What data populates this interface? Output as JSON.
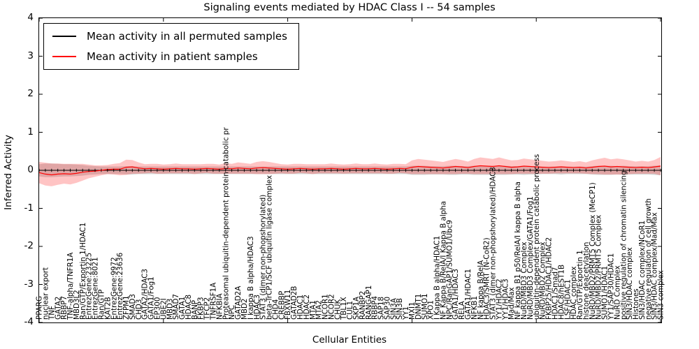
{
  "figure": {
    "title": "Signaling events mediated by HDAC Class I -- 54 samples",
    "xlabel": "Cellular Entities",
    "ylabel": "Inferred Activity"
  },
  "legend": {
    "items": [
      {
        "label": "Mean activity in all permuted samples",
        "color": "#000000"
      },
      {
        "label": "Mean activity in patient samples",
        "color": "#ff0000"
      }
    ]
  },
  "chart_data": {
    "type": "line",
    "title": "Signaling events mediated by HDAC Class I -- 54 samples",
    "xlabel": "Cellular Entities",
    "ylabel": "Inferred Activity",
    "ylim": [
      -4,
      4
    ],
    "yticks": [
      4,
      3,
      2,
      1,
      0,
      -1,
      -2,
      -3,
      -4
    ],
    "xtick_every": 20,
    "grid": false,
    "legend_position": "upper left",
    "colors": {
      "permuted_line": "#000000",
      "permuted_band": "rgba(128,128,128,0.35)",
      "patient_line": "#ff0000",
      "patient_band": "rgba(255,60,60,0.30)"
    },
    "categories": [
      "PPARG",
      "nuclear export",
      "TNF",
      "GATA2",
      "RBBP7",
      "TNF-alpha/TNFR1A",
      "MBD3L2",
      "Ran/GTP/Exportin 1/HDAC1",
      "EntrezGene:23225",
      "EntrezGene:8021",
      "Ran/GTP",
      "KAT2B",
      "EntrezGene:9972",
      "EntrezGene:23636",
      "ZFPM1",
      "SMAD3",
      "CHD3",
      "GATA2/HDAC3",
      "GATA1/Fog1",
      "EP300",
      "UBE2I",
      "MBD3",
      "SMAD7",
      "GATA1",
      "HDAC8",
      "BANP",
      "FKBP3",
      "TFCP2",
      "TNFRSF1A",
      "NFKBIA",
      "Proteasomal ubiquitin-dependent protein catabolic pr",
      "NPC",
      "GATAD2A",
      "MBD2",
      "I kappa B alpha/HDAC3",
      "HDAC3",
      "STAT3 (dimer non-phopshorylated)",
      "beta-TrCP1/SCF ubiquitin ligase complex",
      "CHD4",
      "CREBBP",
      "FBXW11",
      "GATAD2B",
      "HDAC1",
      "HDAC2",
      "MTA1",
      "MTA2",
      "NCOR1",
      "NCOR2",
      "CHUK",
      "TBL1X",
      "CUL1",
      "SKP1A",
      "RANBP2",
      "RANGAP1",
      "RBBP4",
      "SAP18",
      "SAP30",
      "SIN3A",
      "SIN3B",
      "YY1",
      "MXI1",
      "DNMT1",
      "SUMO1",
      "XPO1",
      "I Kappa B alpha/HDAC1",
      "NF Kappa B/RelA/I Kappa B alpha",
      "NPC/RanGAP1/SUMO1/Ubc9",
      "GATA1/HDAC3",
      "RELA",
      "GATA1/HDAC1",
      "NFKB1",
      "NF kappa B/RelA",
      "HDAC3/SMRT (N-CoR2)",
      "STAT3 (dimer non-phopshorylated)/HDAC3",
      "YY1/HDAC2",
      "YY1/HDAC3",
      "Mad/Max",
      "NF kappa B1 p50/RelA/I kappa B alpha",
      "NuRD/MBD3 Complex",
      "NuRD/MBD3 Complex/GATA1/Fog1",
      "ubiquitin-dependent protein catabolic process",
      "NuRD/MBD2 Complex",
      "FKBP25/HDAC1/HDAC2",
      "HDAC1/Smad7",
      "HDAC8/hEST1B",
      "LSF/HDAC1",
      "HDAC complex",
      "Ran/GTP/Exportin 1",
      "histone deacetylation",
      "NuRD/MBD2/PRMT5 Complex (MeCP1)",
      "NuRD/MBD2/PRMT5 Complex",
      "SUMO1/HDAC1",
      "YY1/SAP30/HDAC1",
      "NuRD Complex",
      "positive regulation of chromatin silencing",
      "SIN3/HDAC complex",
      "Histones",
      "SIN3/HDAC complex/NCoR1",
      "negative regulation of cell growth",
      "SIN3/HDAC complex/Mad/Max",
      "SIN3 complex"
    ],
    "series": [
      {
        "name": "Mean activity in all permuted samples",
        "color": "#000000",
        "constant": 0,
        "band_std": [
          0.16,
          0.18,
          0.18,
          0.17,
          0.16,
          0.16,
          0.15,
          0.14,
          0.12,
          0.11,
          0.1,
          0.1,
          0.1,
          0.1,
          0.11,
          0.11,
          0.1,
          0.1,
          0.1,
          0.1,
          0.1,
          0.1,
          0.1,
          0.1,
          0.1,
          0.1,
          0.1,
          0.1,
          0.1,
          0.1,
          0.1,
          0.1,
          0.1,
          0.1,
          0.1,
          0.1,
          0.1,
          0.1,
          0.1,
          0.1,
          0.1,
          0.1,
          0.1,
          0.1,
          0.1,
          0.1,
          0.1,
          0.1,
          0.1,
          0.1,
          0.1,
          0.1,
          0.1,
          0.1,
          0.1,
          0.1,
          0.1,
          0.1,
          0.1,
          0.1,
          0.12,
          0.12,
          0.12,
          0.11,
          0.11,
          0.11,
          0.12,
          0.12,
          0.11,
          0.11,
          0.12,
          0.12,
          0.12,
          0.12,
          0.12,
          0.12,
          0.11,
          0.11,
          0.12,
          0.11,
          0.11,
          0.1,
          0.1,
          0.1,
          0.11,
          0.1,
          0.1,
          0.1,
          0.1,
          0.11,
          0.12,
          0.12,
          0.12,
          0.11,
          0.12,
          0.11,
          0.11,
          0.11,
          0.11,
          0.12,
          0.13
        ]
      },
      {
        "name": "Mean activity in patient samples",
        "color": "#ff0000",
        "values": [
          -0.06,
          -0.1,
          -0.12,
          -0.1,
          -0.09,
          -0.1,
          -0.08,
          -0.05,
          -0.03,
          -0.02,
          0.0,
          0.02,
          0.03,
          0.03,
          0.08,
          0.09,
          0.06,
          0.04,
          0.05,
          0.04,
          0.03,
          0.04,
          0.05,
          0.04,
          0.04,
          0.03,
          0.04,
          0.05,
          0.04,
          0.03,
          0.05,
          0.04,
          0.06,
          0.05,
          0.04,
          0.06,
          0.07,
          0.06,
          0.05,
          0.04,
          0.03,
          0.04,
          0.05,
          0.04,
          0.03,
          0.04,
          0.04,
          0.05,
          0.04,
          0.03,
          0.04,
          0.05,
          0.04,
          0.04,
          0.05,
          0.04,
          0.03,
          0.04,
          0.05,
          0.04,
          0.08,
          0.1,
          0.09,
          0.08,
          0.07,
          0.06,
          0.08,
          0.1,
          0.09,
          0.07,
          0.1,
          0.12,
          0.11,
          0.1,
          0.12,
          0.1,
          0.08,
          0.09,
          0.11,
          0.1,
          0.09,
          0.08,
          0.07,
          0.08,
          0.09,
          0.08,
          0.07,
          0.08,
          0.06,
          0.08,
          0.1,
          0.11,
          0.09,
          0.1,
          0.09,
          0.08,
          0.07,
          0.08,
          0.07,
          0.09,
          0.11
        ],
        "band_std": [
          0.28,
          0.3,
          0.3,
          0.28,
          0.26,
          0.27,
          0.25,
          0.22,
          0.18,
          0.15,
          0.13,
          0.12,
          0.14,
          0.16,
          0.2,
          0.18,
          0.15,
          0.12,
          0.12,
          0.13,
          0.12,
          0.12,
          0.13,
          0.12,
          0.12,
          0.13,
          0.12,
          0.12,
          0.13,
          0.12,
          0.14,
          0.13,
          0.15,
          0.14,
          0.13,
          0.16,
          0.17,
          0.16,
          0.14,
          0.12,
          0.12,
          0.13,
          0.12,
          0.12,
          0.13,
          0.12,
          0.12,
          0.13,
          0.12,
          0.12,
          0.12,
          0.13,
          0.12,
          0.12,
          0.13,
          0.12,
          0.12,
          0.13,
          0.12,
          0.12,
          0.18,
          0.2,
          0.19,
          0.18,
          0.17,
          0.16,
          0.18,
          0.2,
          0.18,
          0.16,
          0.2,
          0.22,
          0.21,
          0.2,
          0.22,
          0.2,
          0.18,
          0.18,
          0.2,
          0.19,
          0.18,
          0.17,
          0.16,
          0.16,
          0.17,
          0.16,
          0.15,
          0.16,
          0.15,
          0.18,
          0.2,
          0.22,
          0.2,
          0.21,
          0.2,
          0.18,
          0.16,
          0.17,
          0.16,
          0.18,
          0.24
        ]
      }
    ]
  }
}
